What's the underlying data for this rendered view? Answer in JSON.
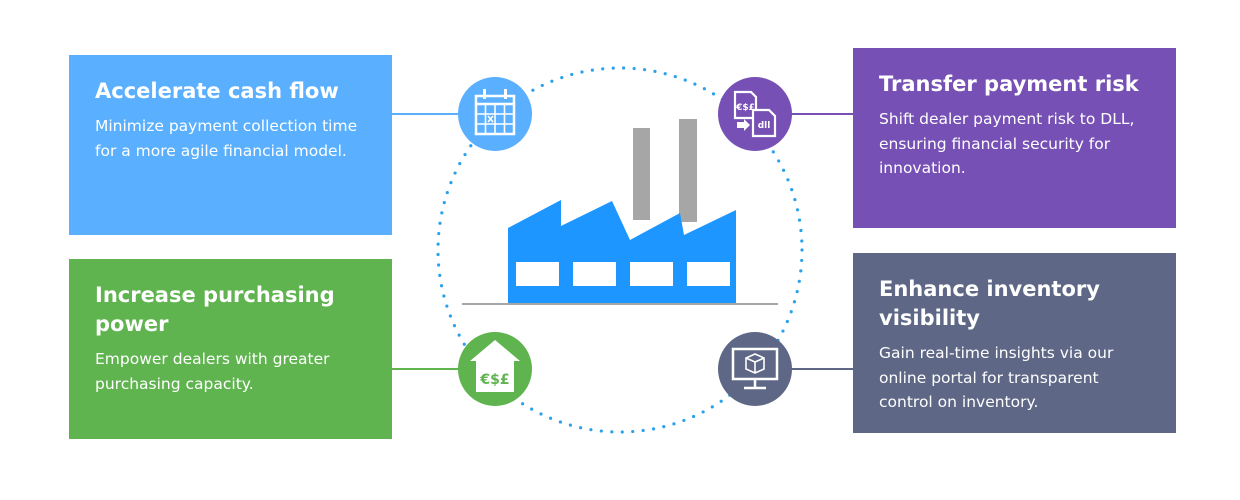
{
  "cards": {
    "cash": {
      "title": "Accelerate cash flow",
      "body": "Minimize payment collection time for a more agile financial model."
    },
    "risk": {
      "title": "Transfer payment risk",
      "body": "Shift dealer payment risk to DLL, ensuring financial security for innovation."
    },
    "purchase": {
      "title": "Increase purchasing power",
      "body": "Empower dealers with greater purchasing capacity."
    },
    "inventory": {
      "title": "Enhance inventory visibility",
      "body": "Gain real-time insights via our online portal for transparent control on inventory."
    }
  },
  "icons": {
    "calendar": "calendar-icon",
    "currency_exchange": "currency-exchange-icon",
    "currency_house": "currency-house-icon",
    "monitor_box": "monitor-box-icon"
  },
  "icon_glyphs": {
    "exchange_doc_a": "€$£",
    "exchange_doc_b": "dll",
    "house_currency": "€$£"
  },
  "colors": {
    "cash": "#5ab0ff",
    "risk": "#7650b4",
    "purchase": "#60b450",
    "inventory": "#5e6886",
    "factory": "#1e96ff",
    "chimney": "#a6a6a6",
    "dotted_circle": "#2aa1ea"
  }
}
